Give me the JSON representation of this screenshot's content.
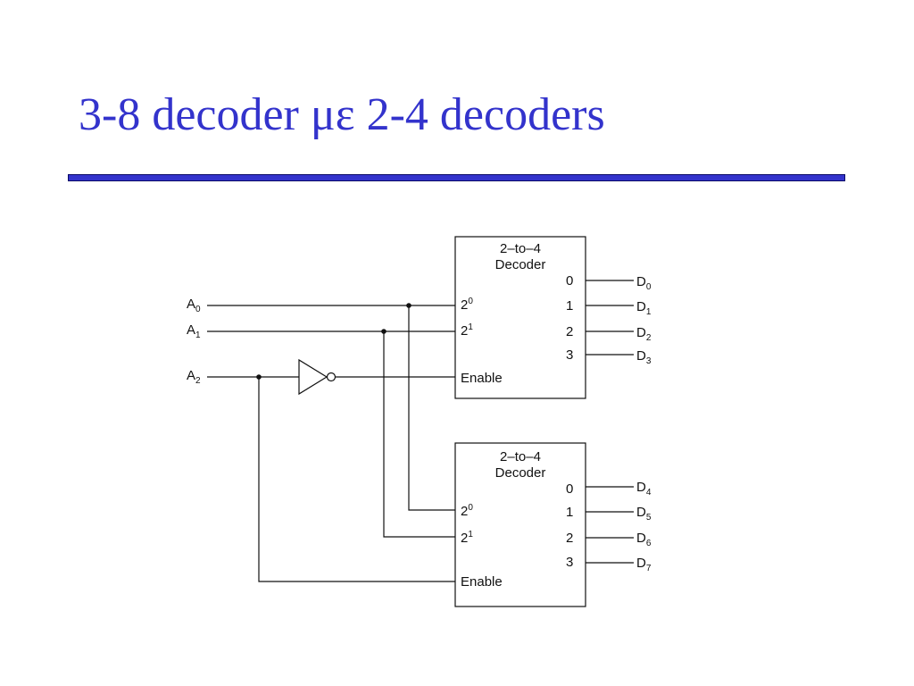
{
  "slide": {
    "title": "3-8 decoder με 2-4 decoders"
  },
  "inputs": [
    {
      "letter": "A",
      "index": "0"
    },
    {
      "letter": "A",
      "index": "1"
    },
    {
      "letter": "A",
      "index": "2"
    }
  ],
  "decoders": [
    {
      "title_line1": "2–to–4",
      "title_line2": "Decoder",
      "in0_base": "2",
      "in0_exp": "0",
      "in1_base": "2",
      "in1_exp": "1",
      "enable": "Enable",
      "out_pins": [
        "0",
        "1",
        "2",
        "3"
      ],
      "outputs": [
        {
          "letter": "D",
          "index": "0"
        },
        {
          "letter": "D",
          "index": "1"
        },
        {
          "letter": "D",
          "index": "2"
        },
        {
          "letter": "D",
          "index": "3"
        }
      ]
    },
    {
      "title_line1": "2–to–4",
      "title_line2": "Decoder",
      "in0_base": "2",
      "in0_exp": "0",
      "in1_base": "2",
      "in1_exp": "1",
      "enable": "Enable",
      "out_pins": [
        "0",
        "1",
        "2",
        "3"
      ],
      "outputs": [
        {
          "letter": "D",
          "index": "4"
        },
        {
          "letter": "D",
          "index": "5"
        },
        {
          "letter": "D",
          "index": "6"
        },
        {
          "letter": "D",
          "index": "7"
        }
      ]
    }
  ],
  "colors": {
    "title": "#3333cc",
    "lines": "#111111"
  }
}
